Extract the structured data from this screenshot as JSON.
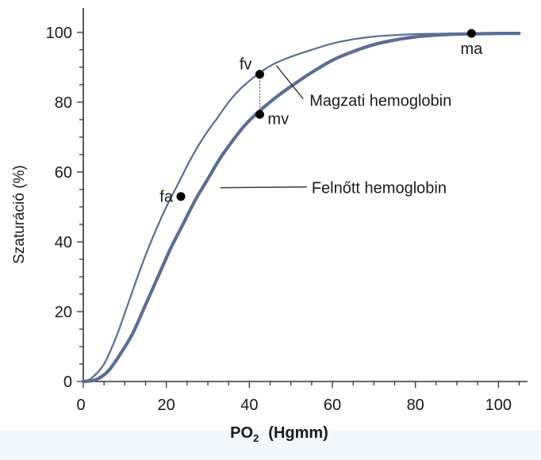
{
  "chart_data": {
    "type": "line",
    "xlabel": "PO",
    "xlabel_sub": "2",
    "xlabel_unit": "(Hgmm)",
    "ylabel": "Szaturáció (%)",
    "xlim": [
      0,
      107
    ],
    "ylim": [
      0,
      107
    ],
    "x_ticks": [
      0,
      20,
      40,
      60,
      80,
      100
    ],
    "y_ticks": [
      0,
      20,
      40,
      60,
      80,
      100
    ],
    "grid": false,
    "colors": {
      "fetal": "#5a6e94",
      "adult": "#5a6e94",
      "axis": "#333333",
      "point": "#000000",
      "label_line": "#333333"
    },
    "series": [
      {
        "name": "Magzati hemoglobin",
        "x": [
          0,
          2,
          5,
          8,
          11,
          14,
          17,
          20,
          23,
          26,
          29,
          32,
          35,
          38,
          42,
          46,
          50,
          55,
          60,
          65,
          70,
          75,
          80,
          85,
          90,
          95,
          100,
          105
        ],
        "y": [
          0,
          1,
          5,
          13,
          23,
          33,
          42,
          50,
          57,
          64,
          70,
          75,
          80,
          84,
          88,
          91,
          93,
          95,
          96.8,
          98,
          98.8,
          99.2,
          99.5,
          99.6,
          99.7,
          99.7,
          99.7,
          99.7
        ]
      },
      {
        "name": "Felnőtt hemoglobin",
        "x": [
          0,
          3,
          6,
          9,
          12,
          15,
          18,
          21,
          24,
          27,
          30,
          33,
          36,
          39,
          42,
          46,
          50,
          55,
          60,
          65,
          70,
          75,
          80,
          85,
          90,
          95,
          100,
          105
        ],
        "y": [
          0,
          0.5,
          3,
          8,
          14,
          22,
          30,
          38,
          45,
          52,
          58,
          64,
          69,
          73.5,
          77,
          81,
          84.5,
          88.5,
          92,
          94.5,
          96.5,
          97.8,
          98.7,
          99.2,
          99.5,
          99.6,
          99.7,
          99.7
        ]
      }
    ],
    "points": [
      {
        "label": "fa",
        "x": 23.5,
        "y": 53
      },
      {
        "label": "fv",
        "x": 42.5,
        "y": 88
      },
      {
        "label": "mv",
        "x": 42.5,
        "y": 76.5
      },
      {
        "label": "ma",
        "x": 93.5,
        "y": 99.7
      }
    ],
    "annotations": [
      {
        "text": "Magzati hemoglobin",
        "x": 54.5,
        "y": 80.5,
        "arrow_to_x": 46.5,
        "arrow_to_y": 90.5
      },
      {
        "text": "Felnőtt hemoglobin",
        "x": 55,
        "y": 55.5,
        "arrow_to_x": 33,
        "arrow_to_y": 55.5
      }
    ]
  }
}
